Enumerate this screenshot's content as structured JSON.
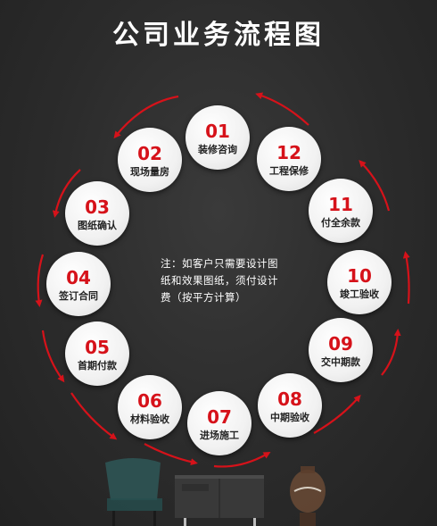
{
  "title": "公司业务流程图",
  "steps": [
    {
      "num": "01",
      "label": "装修咨询"
    },
    {
      "num": "02",
      "label": "现场量房"
    },
    {
      "num": "03",
      "label": "图纸确认"
    },
    {
      "num": "04",
      "label": "签订合同"
    },
    {
      "num": "05",
      "label": "首期付款"
    },
    {
      "num": "06",
      "label": "材料验收"
    },
    {
      "num": "07",
      "label": "进场施工"
    },
    {
      "num": "08",
      "label": "中期验收"
    },
    {
      "num": "09",
      "label": "交中期款"
    },
    {
      "num": "10",
      "label": "竣工验收"
    },
    {
      "num": "11",
      "label": "付全余款"
    },
    {
      "num": "12",
      "label": "工程保修"
    }
  ],
  "note": "注：如客户只需要设计图纸和效果图纸，须付设计费（按平方计算）",
  "colors": {
    "accent": "#d6121a",
    "circle": "#f1f1f1",
    "background": "#2b2b2b"
  }
}
